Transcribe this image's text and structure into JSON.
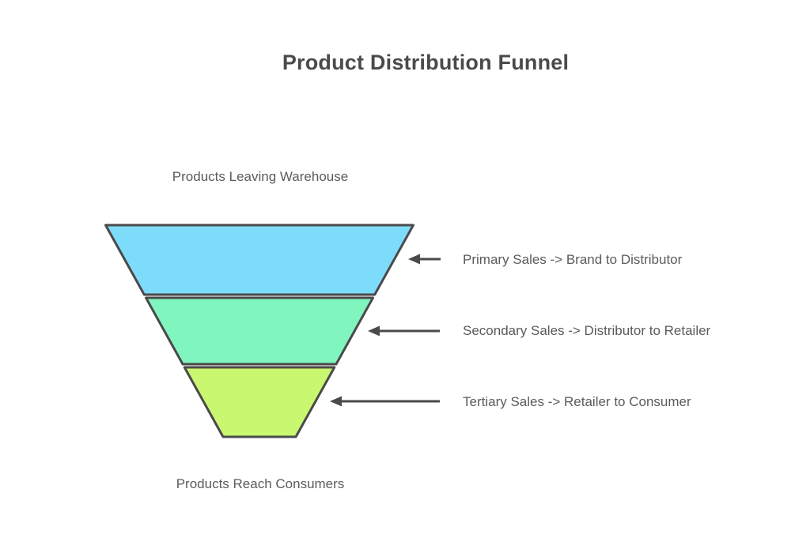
{
  "title": "Product Distribution Funnel",
  "funnel": {
    "top_label": "Products Leaving Warehouse",
    "bottom_label": "Products Reach Consumers",
    "outline_color": "#4a4a4a",
    "arrow_color": "#4a4a4a",
    "stages": [
      {
        "id": "primary",
        "fill": "#7edcfb",
        "label": "Primary Sales -> Brand to Distributor"
      },
      {
        "id": "secondary",
        "fill": "#80f5be",
        "label": "Secondary Sales -> Distributor to Retailer"
      },
      {
        "id": "tertiary",
        "fill": "#c9f76f",
        "label": "Tertiary Sales -> Retailer to Consumer"
      }
    ]
  }
}
